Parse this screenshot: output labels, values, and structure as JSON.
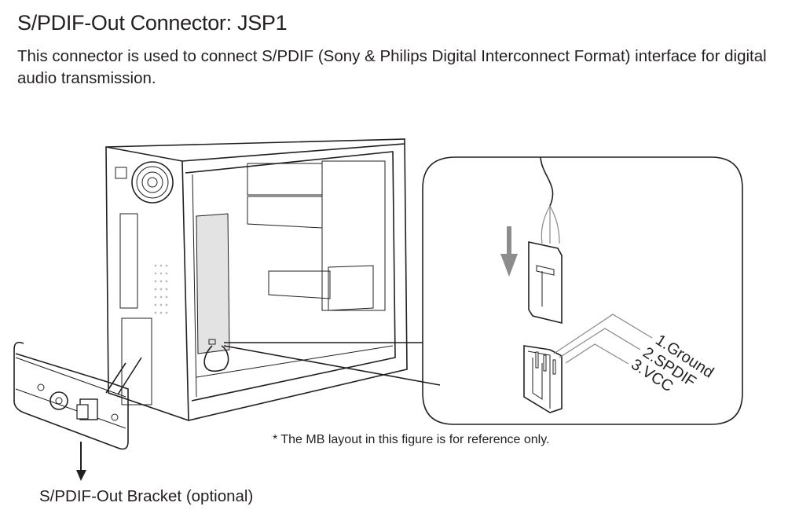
{
  "page": {
    "title": "S/PDIF-Out Connector: JSP1",
    "description": "This connector is used to connect S/PDIF (Sony & Philips Digital Interconnect Format) interface for digital audio transmission.",
    "note": "* The MB layout in this figure is for reference only.",
    "bracket_caption": "S/PDIF-Out Bracket (optional)"
  },
  "pins": [
    {
      "label": "1.Ground"
    },
    {
      "label": "2.SPDIF"
    },
    {
      "label": "3.VCC"
    }
  ],
  "colors": {
    "text": "#231f20",
    "board": "#e3e3e3",
    "arrow": "#8c8c8c"
  }
}
